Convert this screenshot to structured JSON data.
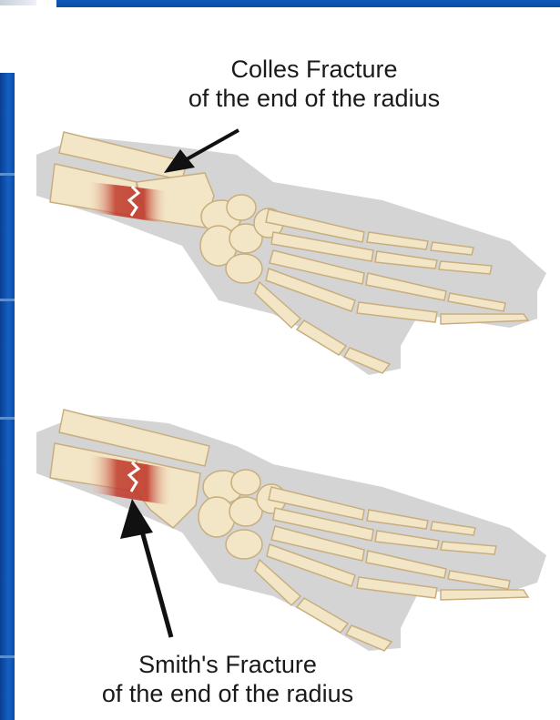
{
  "diagram": {
    "top_caption": {
      "line1": "Colles Fracture",
      "line2": "of the end of the radius"
    },
    "bottom_caption": {
      "line1": "Smith's Fracture",
      "line2": "of the end of the radius"
    },
    "colors": {
      "bone": "#f3e6c6",
      "bone_outline": "#c8ae7e",
      "skin_shadow": "#cfcfcf",
      "fracture": "#c0392b",
      "arrow": "#111111",
      "frame_blue": "#0a4ea6"
    }
  }
}
